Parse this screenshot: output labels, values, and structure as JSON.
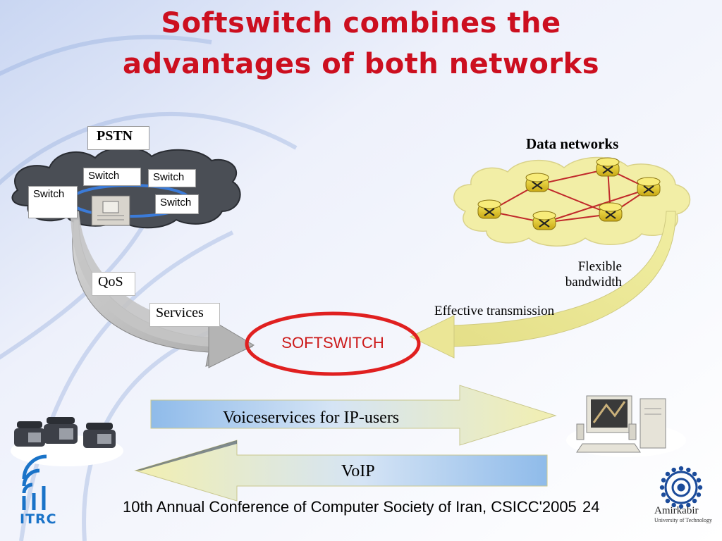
{
  "slide": {
    "title_line1": "Softswitch combines the",
    "title_line2": "advantages of  both networks"
  },
  "pstn": {
    "label": "PSTN",
    "switches": [
      "Switch",
      "Switch",
      "Switch",
      "Switch"
    ],
    "qos_label": "QoS",
    "services_label": "Services"
  },
  "data_networks": {
    "label": "Data networks",
    "flexible_label": "Flexible\nbandwidth",
    "transmission_label": "Effective transmission"
  },
  "softswitch": {
    "label": "SOFTSWITCH"
  },
  "arrows": {
    "voice_label": "Voiceservices for IP-users",
    "voip_label": "VoIP"
  },
  "footer": {
    "conference": "10th Annual Conference of Computer Society of Iran, CSICC'2005",
    "page_number": "24",
    "left_logo_text": "ITRC",
    "right_logo_name": "Amirkabir",
    "right_logo_sub": "University of Technology"
  },
  "colors": {
    "title": "#cc0f1f",
    "ellipse": "#e02020",
    "cloud_gray": "#4a4e55",
    "cloud_yellow": "#f2eea6",
    "link_red": "#c0282a",
    "arrow_blue": "#9ec7f0",
    "arrow_yellow": "#f4f1b0"
  }
}
